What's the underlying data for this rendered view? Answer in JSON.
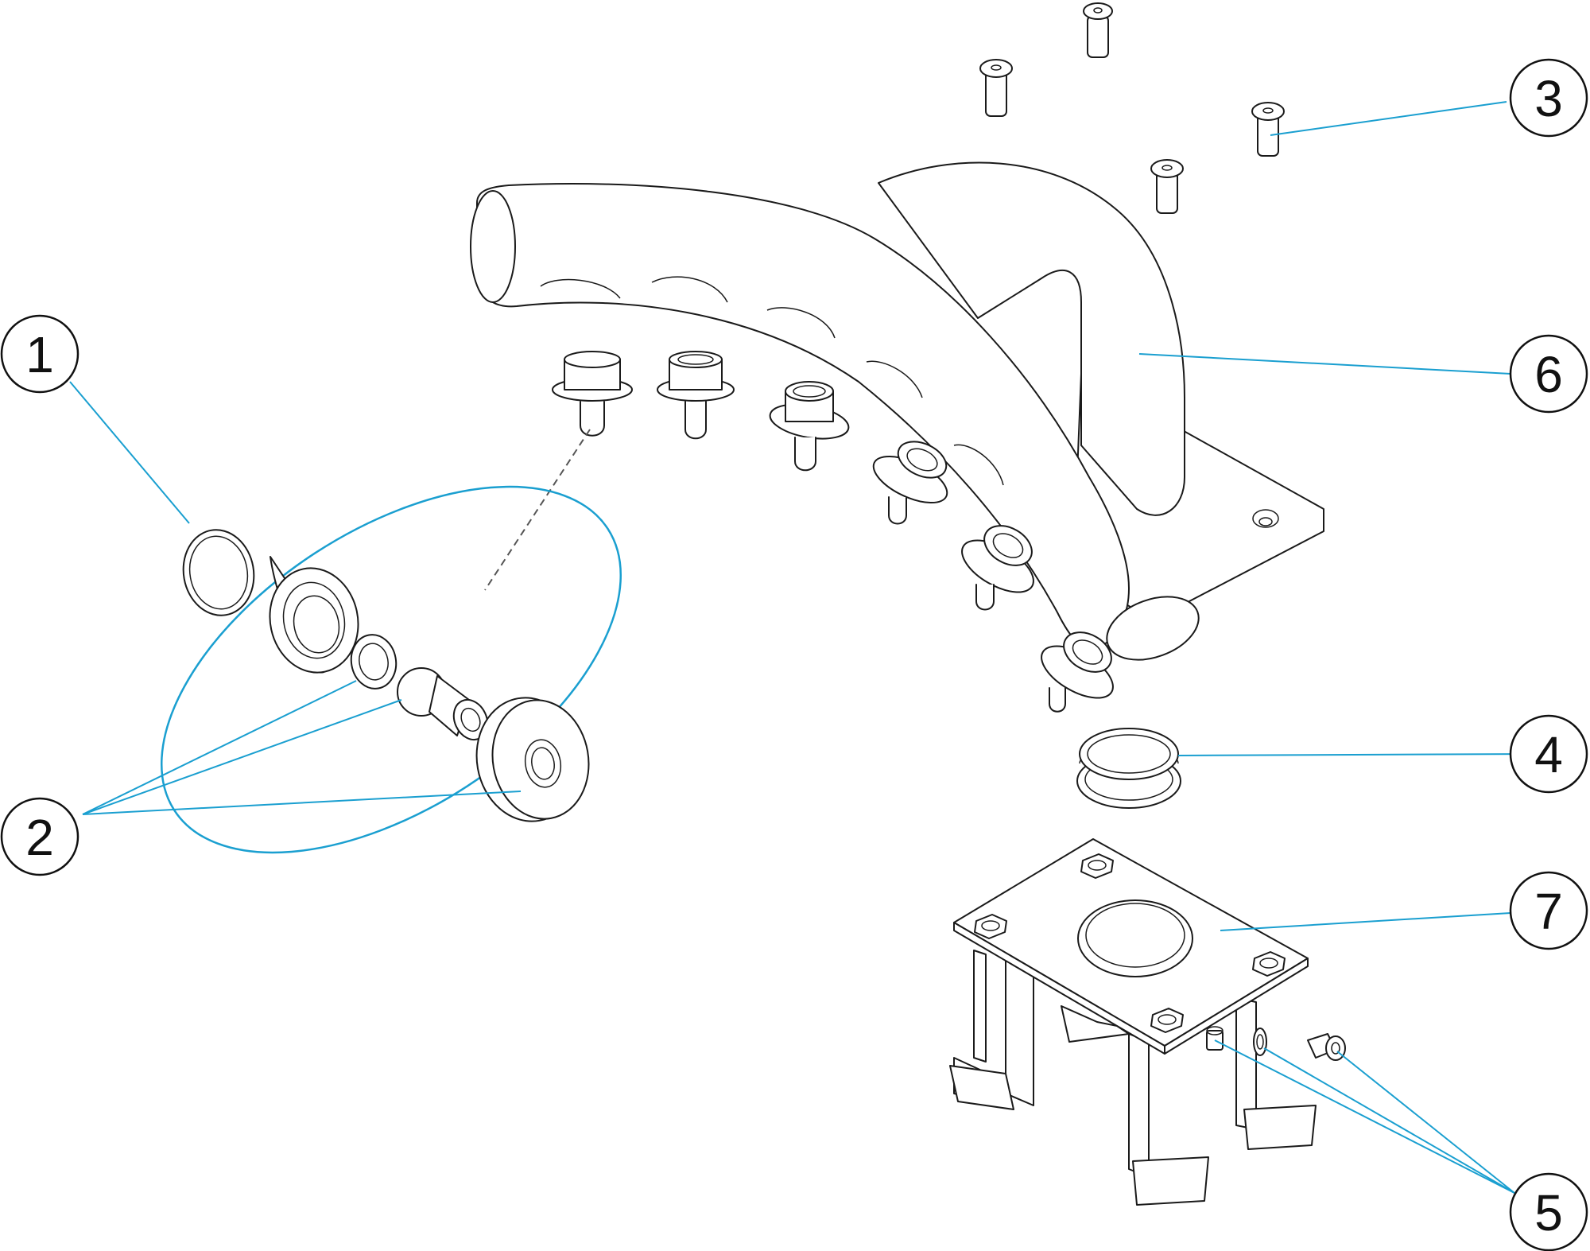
{
  "diagram": {
    "leader_color": "#1a9fd0",
    "line_color": "#1a1a1a",
    "callouts": [
      {
        "id": "1",
        "label": "1"
      },
      {
        "id": "2",
        "label": "2"
      },
      {
        "id": "3",
        "label": "3"
      },
      {
        "id": "4",
        "label": "4"
      },
      {
        "id": "5",
        "label": "5"
      },
      {
        "id": "6",
        "label": "6"
      },
      {
        "id": "7",
        "label": "7"
      }
    ]
  }
}
